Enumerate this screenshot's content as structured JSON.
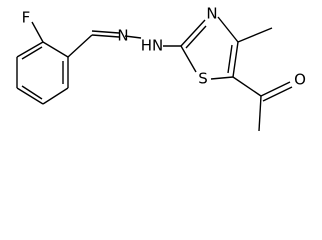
{
  "molecule": {
    "atoms": {
      "fluorine": "F",
      "hydrazone_nh": "HN",
      "hydrazone_n": "N",
      "thiazole_n": "N",
      "thiazole_s": "S",
      "carbonyl_o": "O"
    }
  },
  "style": {
    "ink": "#000000",
    "background": "#ffffff"
  }
}
